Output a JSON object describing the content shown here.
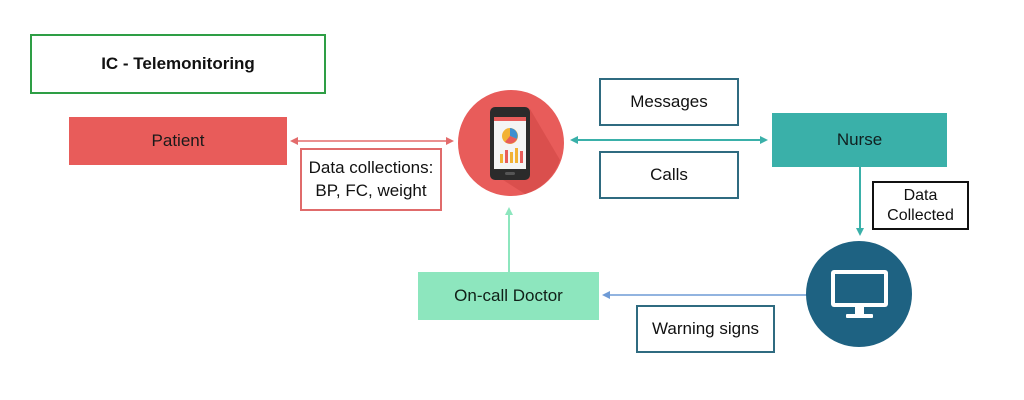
{
  "title": "IC - Telemonitoring",
  "nodes": {
    "patient": "Patient",
    "nurse": "Nurse",
    "doctor": "On-call Doctor"
  },
  "labels": {
    "data_collections_line1": "Data collections:",
    "data_collections_line2": "BP, FC, weight",
    "messages": "Messages",
    "calls": "Calls",
    "data_collected_line1": "Data",
    "data_collected_line2": "Collected",
    "warning_signs": "Warning signs"
  },
  "icons": {
    "phone": "smartphone-icon",
    "monitor": "monitor-icon"
  },
  "colors": {
    "patient": "#e85c5a",
    "nurse": "#3ab0a9",
    "doctor": "#8de6be",
    "phone_circle": "#e85c5a",
    "monitor_circle": "#1e6282",
    "title_border": "#2e9e45"
  }
}
